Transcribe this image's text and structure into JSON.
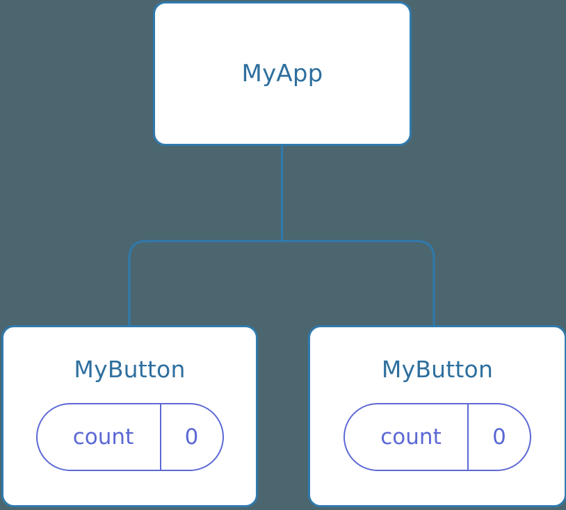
{
  "diagram": {
    "type": "component-tree",
    "background_color": "#4c6670",
    "node_border_color": "#2f7aad",
    "node_fill_color": "#ffffff",
    "node_title_color": "#2e6f9e",
    "state_accent_color": "#5b68d4",
    "edge_color": "#2f7aad"
  },
  "root": {
    "title": "MyApp"
  },
  "children": [
    {
      "title": "MyButton",
      "state": {
        "key": "count",
        "value": "0"
      }
    },
    {
      "title": "MyButton",
      "state": {
        "key": "count",
        "value": "0"
      }
    }
  ]
}
